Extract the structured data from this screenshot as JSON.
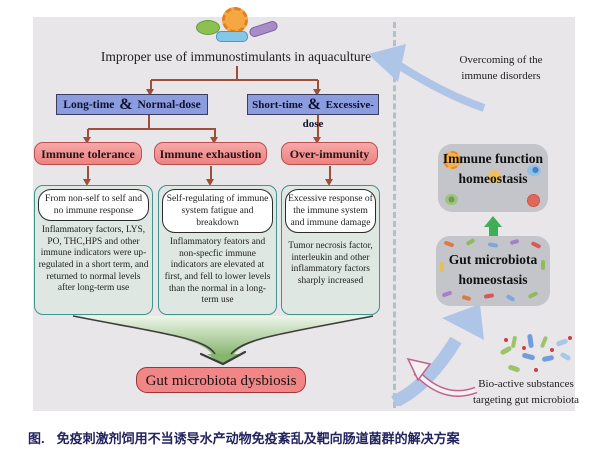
{
  "flow": {
    "title": "Improper use of immunostimulants in aquaculture",
    "dose_boxes": [
      {
        "pre": "Long-time",
        "amp": "&",
        "post": "Normal-dose"
      },
      {
        "pre": "Short-time",
        "amp": "&",
        "post": "Excessive-dose"
      }
    ],
    "outcomes": [
      "Immune tolerance",
      "Immune exhaustion",
      "Over-immunity"
    ],
    "details": [
      {
        "head": "From non-self to self and no immune response",
        "body": "Inflammatory factors, LYS, PO, THC,HPS and other immune indicators were up-regulated in a short term, and returned to normal levels after long-term use"
      },
      {
        "head": "Self-regulating of immune system fatigue and breakdown",
        "body": "Inflammatory feators and non-specfic immune indicators are elevated at first, and fell to lower levels than the normal in a long-term use"
      },
      {
        "head": "Excessive response of the immune system and immune damage",
        "body": "Tumor necrosis factor, interleukin and other inflammatory factors sharply increased"
      }
    ],
    "funnel_result": "Gut microbiota dysbiosis"
  },
  "right_panel": {
    "overcoming_note": "Overcoming of the immune disorders",
    "immune_box": "Immune function homeostasis",
    "gut_box": "Gut microbiota homeostasis",
    "bioactive_note": "Bio-active substances targeting gut microbiota"
  },
  "caption": {
    "prefix": "图.",
    "text": "免疫刺激剂饲用不当诱导水产动物免疫紊乱及靶向肠道菌群的解决方案"
  },
  "colors": {
    "panel_bg": "#e9e6ea",
    "dose_box": "#8b9cdf",
    "outcome_box": "#f08c8c",
    "detail_border": "#3f948e",
    "connector_arrow": "#9e4f3a",
    "funnel_green": "#86b56e",
    "result_box": "#f28585",
    "homeostasis_box": "#c3c5cb",
    "up_arrow_green": "#3fae55",
    "blue_arrow": "#aec5e7",
    "pink_arrow": "#c06488",
    "caption_text": "#23235e"
  }
}
